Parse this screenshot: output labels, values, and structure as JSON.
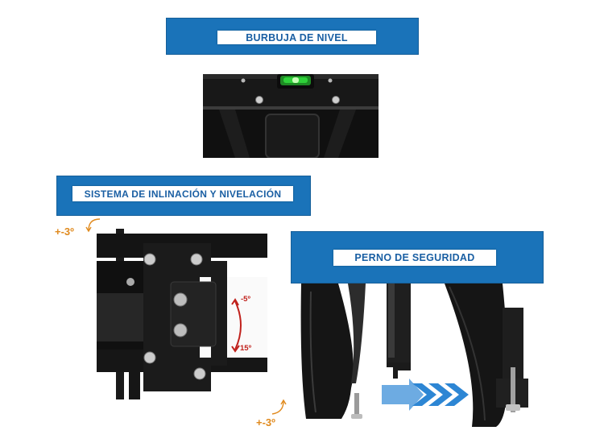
{
  "sections": {
    "level_bubble": {
      "label": "BURBUJA DE NIVEL"
    },
    "tilt_system": {
      "label": "SISTEMA DE INLINACIÓN Y NIVELACIÓN"
    },
    "safety_bolt": {
      "label": "PERNO DE SEGURIDAD"
    }
  },
  "angles": {
    "top": "+-3º",
    "bottom": "+-3º",
    "tilt_up": "-5º",
    "tilt_down": "15º"
  },
  "colors": {
    "banner_blue": "#1a73b9",
    "label_text_blue": "#1a5fa3",
    "angle_orange": "#e08a1e",
    "tilt_red": "#c0211c",
    "arrow_blue": "#1f78c8",
    "bracket_black": "#151515",
    "level_green": "#2fd13a"
  }
}
